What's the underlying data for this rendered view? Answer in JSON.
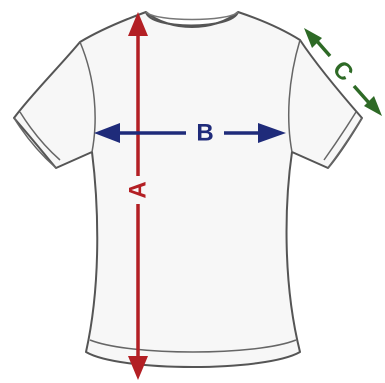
{
  "colors": {
    "background": "#ffffff",
    "shirt_fill": "#f7f7f7",
    "shirt_outline": "#555555",
    "measure_a": "#b31f24",
    "measure_b": "#1f2b7a",
    "measure_c": "#2e6a26"
  },
  "measurements": {
    "a": {
      "label": "A",
      "meaning": "length"
    },
    "b": {
      "label": "B",
      "meaning": "chest width"
    },
    "c": {
      "label": "C",
      "meaning": "sleeve"
    }
  }
}
